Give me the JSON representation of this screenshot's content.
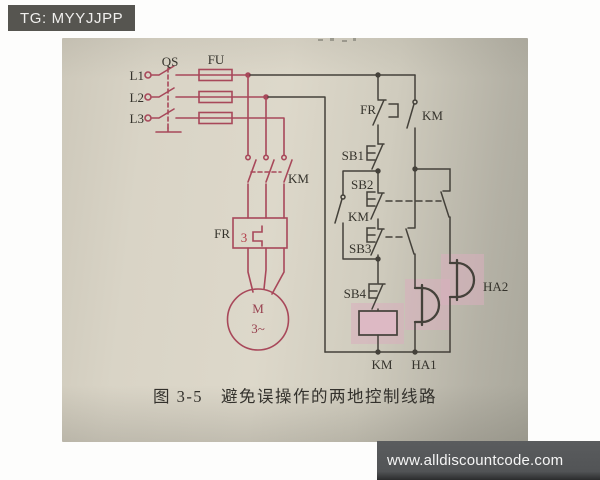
{
  "overlay": {
    "tag_badge": "TG: MYYJJPP",
    "watermark_url": "www.alldiscountcode.com"
  },
  "caption": "图 3-5　避免误操作的两地控制线路",
  "diagram": {
    "power_labels": {
      "l1": "L1",
      "l2": "L2",
      "l3": "L3",
      "qs": "QS",
      "fu": "FU",
      "km_main": "KM",
      "fr_main": "FR",
      "fr_number": "3",
      "motor_letter": "M",
      "motor_phase": "3~"
    },
    "control_labels": {
      "fr": "FR",
      "km_top": "KM",
      "sb1": "SB1",
      "sb2": "SB2",
      "km_latch": "KM",
      "sb3": "SB3",
      "sb4": "SB4",
      "km_coil": "KM",
      "ha1": "HA1",
      "ha2": "HA2"
    },
    "colors": {
      "power_line": "#a8485a",
      "control_line": "#44413a",
      "highlight": "#d9aebd"
    }
  }
}
